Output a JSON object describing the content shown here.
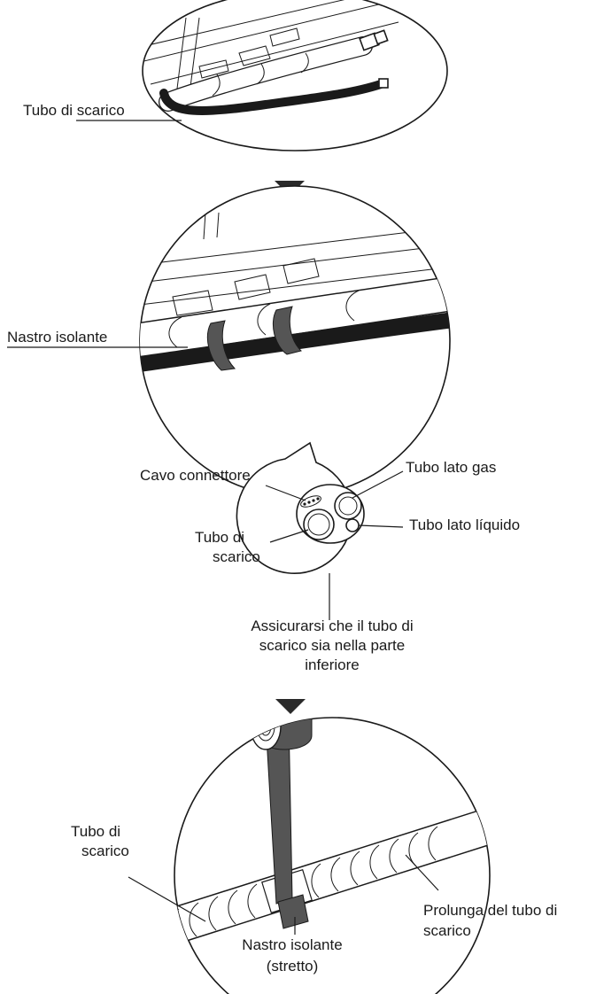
{
  "panel1": {
    "label_drain_hose": "Tubo di scarico"
  },
  "panel2": {
    "label_insulating_tape": "Nastro isolante",
    "label_connector_cable": "Cavo connettore",
    "label_gas_pipe": "Tubo lato gas",
    "label_liquid_pipe": "Tubo lato líquido",
    "label_drain_line1": "Tubo di",
    "label_drain_line2": "scarico",
    "note_line1": "Assicurarsi che il tubo di",
    "note_line2": "scarico sia nella parte",
    "note_line3": "inferiore"
  },
  "panel3": {
    "label_drain_line1": "Tubo di",
    "label_drain_line2": "scarico",
    "label_extension_line1": "Prolunga del tubo di",
    "label_extension_line2": "scarico",
    "label_tape_line1": "Nastro isolante",
    "label_tape_line2": "(stretto)"
  },
  "colors": {
    "tape": "#555555",
    "line": "#1a1a1a",
    "background": "#ffffff"
  },
  "icons": [
    "arrow-down-icon",
    "arrow-down-icon"
  ]
}
